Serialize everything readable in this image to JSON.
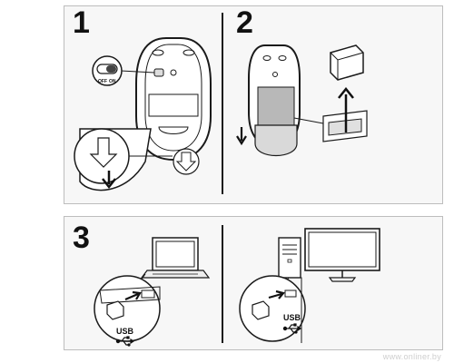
{
  "steps": {
    "one": "1",
    "two": "2",
    "three": "3"
  },
  "switch": {
    "off_label": "OFF",
    "on_label": "ON"
  },
  "connectors": {
    "usb_left": "USB",
    "usb_right": "USB"
  },
  "watermark": "www.onliner.by",
  "colors": {
    "panel_bg": "#f7f7f7",
    "panel_border": "#bdbdbd",
    "line": "#1a1a1a",
    "receiver_gray": "#b8b8b8"
  }
}
